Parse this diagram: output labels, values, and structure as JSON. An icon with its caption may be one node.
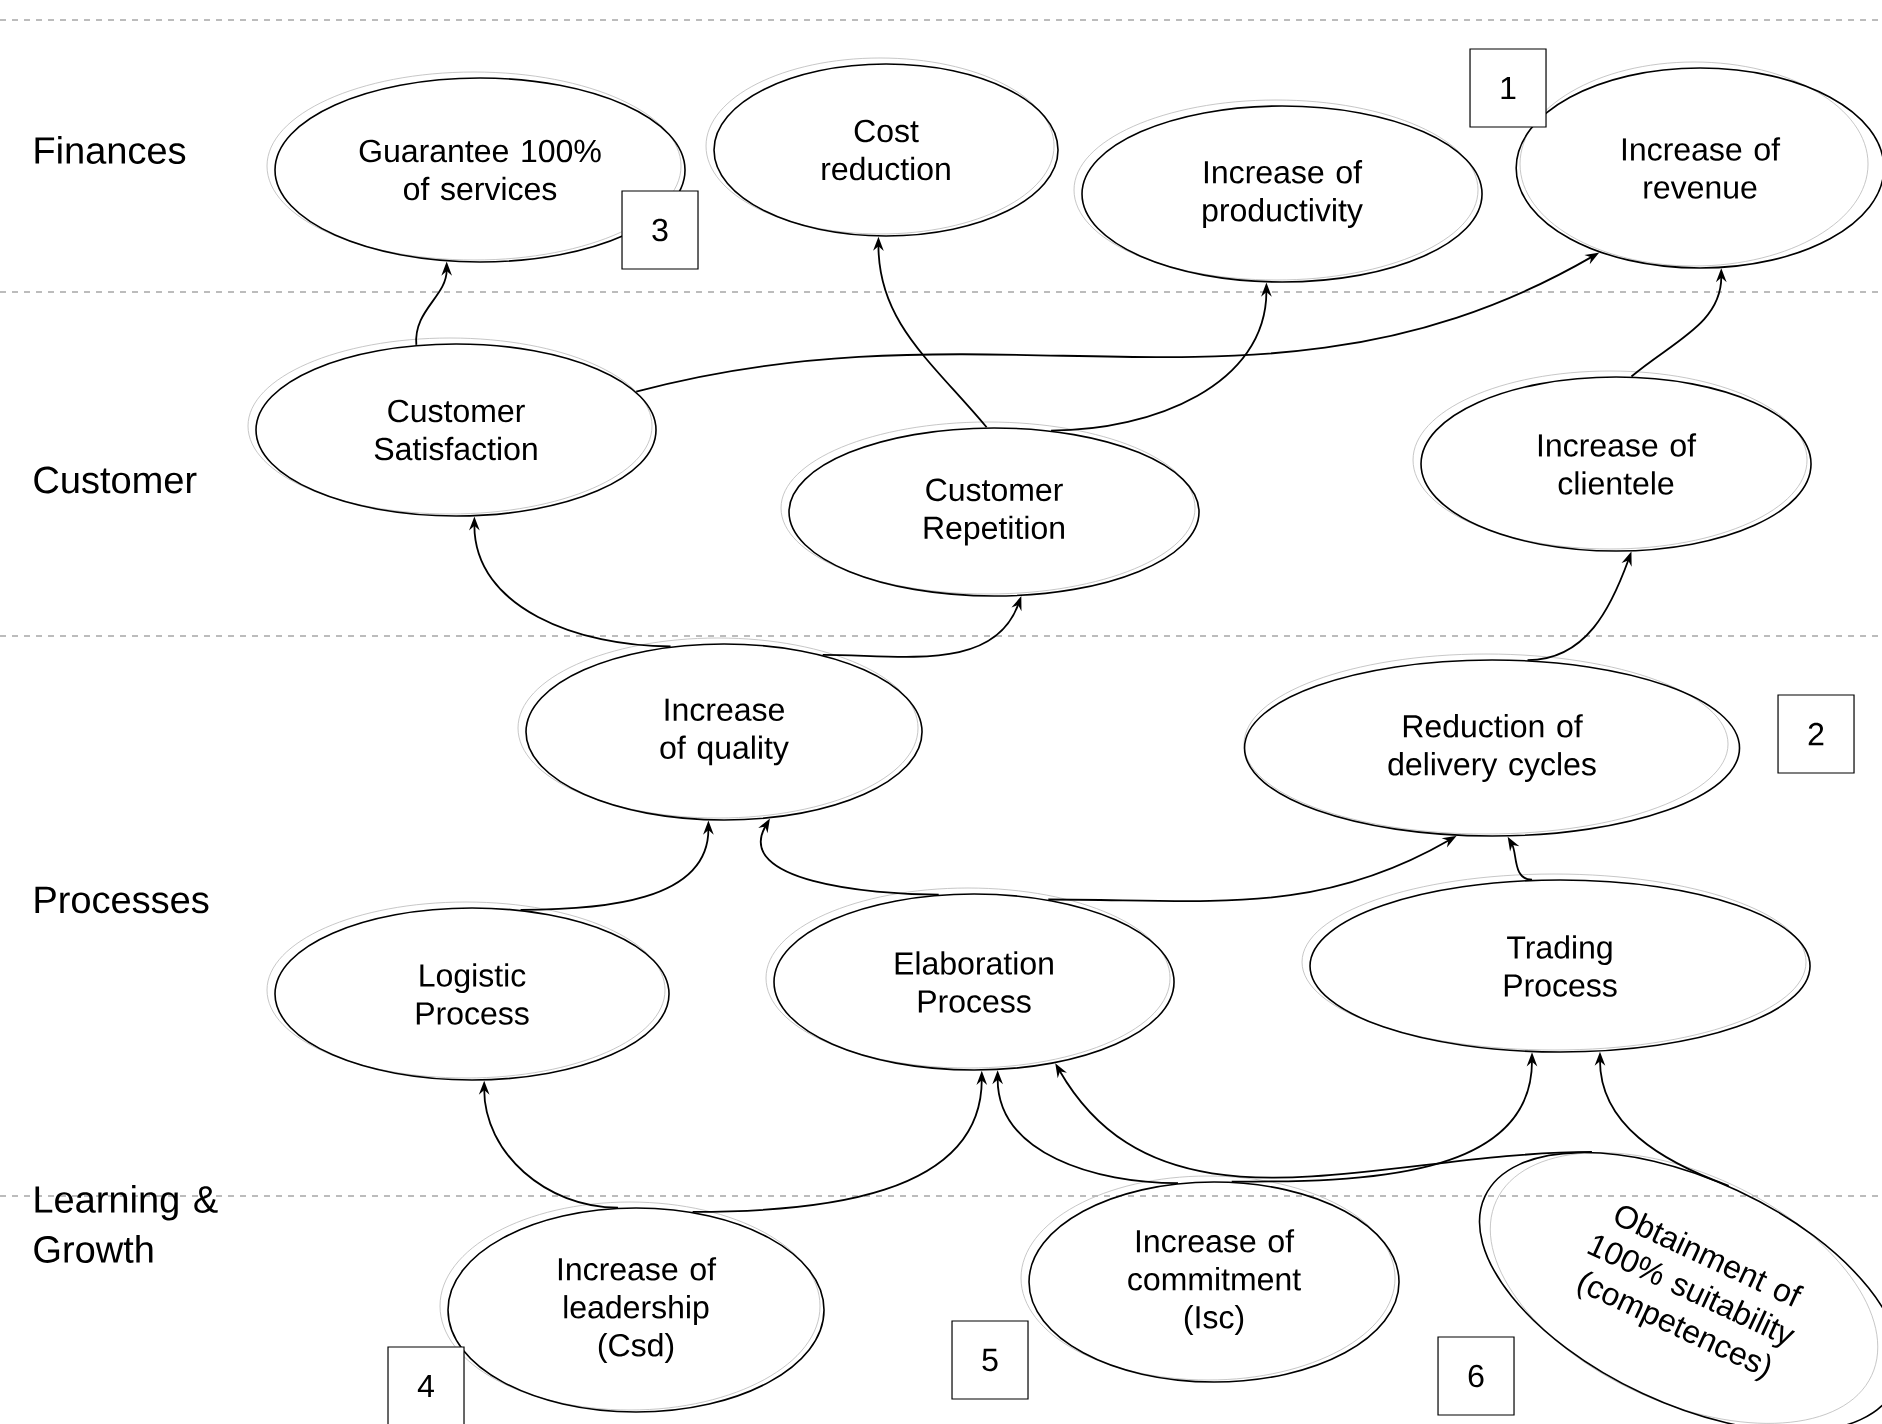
{
  "diagram": {
    "nodes": [
      {
        "text": [
          "Guarantee 100% of services"
        ]
      },
      {
        "text": [
          "Cost reduction"
        ]
      },
      {
        "text": [
          "Increase of productivity"
        ]
      },
      {
        "text": [
          "Increase of revenue"
        ]
      },
      {
        "text": [
          "Customer Satisfaction"
        ]
      },
      {
        "text": [
          "Customer Repetition"
        ]
      },
      {
        "text": [
          "Increase of clientele"
        ]
      },
      {
        "text": [
          "Increase of quality"
        ]
      },
      {
        "text": [
          "Reduction of delivery cycles"
        ]
      },
      {
        "text": [
          "Logistic Process"
        ]
      },
      {
        "text": [
          "Elaboration Process"
        ]
      },
      {
        "text": [
          "Trading Process"
        ]
      },
      {
        "text": [
          "Increase of leadership (Csd)"
        ]
      },
      {
        "text": [
          "Increase of commitment (Isc)"
        ]
      },
      {
        "text": [
          "Obtainment of 100% suitability (competences)"
        ]
      },
      {
        "text": [
          "1"
        ]
      },
      {
        "text": [
          "3"
        ]
      },
      {
        "text": [
          "2"
        ]
      },
      {
        "text": [
          "4"
        ]
      },
      {
        "text": [
          "5"
        ]
      },
      {
        "text": [
          "6"
        ]
      }
    ],
    "edges": [
      {
        "from": 4,
        "to": 0,
        "arrow": "to"
      },
      {
        "from": 4,
        "to": 3,
        "arrow": "to"
      },
      {
        "from": 5,
        "to": 1,
        "arrow": "to"
      },
      {
        "from": 5,
        "to": 2,
        "arrow": "to"
      },
      {
        "from": 6,
        "to": 3,
        "arrow": "to"
      },
      {
        "from": 7,
        "to": 4,
        "arrow": "to"
      },
      {
        "from": 7,
        "to": 5,
        "arrow": "to"
      },
      {
        "from": 8,
        "to": 6,
        "arrow": "to"
      },
      {
        "from": 9,
        "to": 7,
        "arrow": "to"
      },
      {
        "from": 10,
        "to": 7,
        "arrow": "to"
      },
      {
        "from": 10,
        "to": 8,
        "arrow": "to"
      },
      {
        "from": 11,
        "to": 8,
        "arrow": "to"
      },
      {
        "from": 12,
        "to": 9,
        "arrow": "to"
      },
      {
        "from": 12,
        "to": 10,
        "arrow": "to"
      },
      {
        "from": 13,
        "to": 10,
        "arrow": "to"
      },
      {
        "from": 13,
        "to": 11,
        "arrow": "to"
      },
      {
        "from": 14,
        "to": 10,
        "arrow": "to"
      },
      {
        "from": 14,
        "to": 11,
        "arrow": "to"
      }
    ],
    "labels": [
      "Finances",
      "Customer",
      "Processes",
      "Learning & Growth"
    ]
  }
}
